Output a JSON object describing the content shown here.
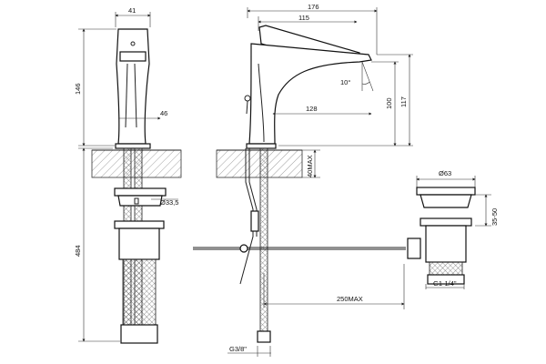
{
  "dimensions": {
    "front_width": "41",
    "front_height": "146",
    "front_base_depth": "46",
    "front_hole": "Ø33,5",
    "front_total": "484",
    "side_total_length": "176",
    "side_spout_length": "115",
    "side_reach": "128",
    "side_spout_height": "100",
    "side_total_height": "117",
    "side_angle": "10°",
    "side_deck_max": "40MAX",
    "side_rod_max": "250MAX",
    "side_thread": "G3/8\"",
    "waste_diameter": "Ø63",
    "waste_height": "35-50",
    "waste_thread": "G1-1/4\""
  }
}
